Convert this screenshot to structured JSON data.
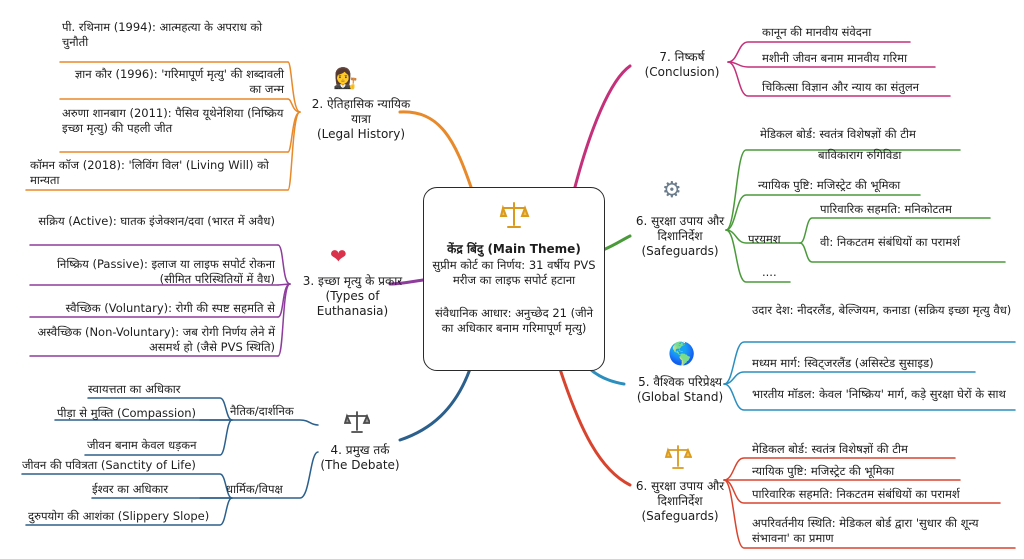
{
  "center": {
    "title": "केंद्र बिंदु (Main Theme)",
    "line1": "सुप्रीम कोर्ट का निर्णय: 31 वर्षीय PVS मरीज का लाइफ सपोर्ट हटाना",
    "line2": "संवैधानिक आधार: अनुच्छेद 21 (जीने का अधिकार बनाम गरिमापूर्ण मृत्यु)",
    "icon": "scales-icon"
  },
  "branches": {
    "legal_history": {
      "title": "2. ऐतिहासिक न्यायिक यात्रा",
      "subtitle": "(Legal History)",
      "icon": "judge-icon",
      "color": "#e8892a",
      "items": [
        "पी. रथिनाम (1994): आत्महत्या के अपराध को चुनौती",
        "ज्ञान कौर (1996): 'गरिमापूर्ण मृत्यु' की शब्दावली का जन्म",
        "अरुणा शानबाग (2011): पैसिव यूथेनेशिया (निष्क्रिय इच्छा मृत्यु) की पहली जीत",
        "कॉमन कॉज (2018): 'लिविंग विल' (Living Will) को मान्यता"
      ]
    },
    "types": {
      "title": "3. इच्छा मृत्यु के प्रकार",
      "subtitle": "(Types of Euthanasia)",
      "icon": "heart-icon",
      "color": "#8e3d9c",
      "items": [
        "सक्रिय (Active): घातक इंजेक्शन/दवा (भारत में अवैध)",
        "निष्क्रिय (Passive): इलाज या लाइफ सपोर्ट रोकना (सीमित परिस्थितियों में वैध)",
        "स्वैच्छिक (Voluntary): रोगी की स्पष्ट सहमति से",
        "अस्वैच्छिक (Non-Voluntary): जब रोगी निर्णय लेने में असमर्थ हो (जैसे PVS स्थिति)"
      ]
    },
    "debate": {
      "title": "4. प्रमुख तर्क",
      "subtitle": "(The Debate)",
      "icon": "balance-icon",
      "color": "#2b5f8c",
      "groups": [
        {
          "label": "नैतिक/दार्शनिक",
          "items": [
            "स्वायत्तता का अधिकार",
            "पीड़ा से मुक्ति (Compassion)",
            "जीवन बनाम केवल धड़कन"
          ]
        },
        {
          "label": "धार्मिक/विपक्ष",
          "items": [
            "जीवन की पवित्रता (Sanctity of Life)",
            "ईश्वर का अधिकार",
            "दुरुपयोग की आशंका (Slippery Slope)"
          ]
        }
      ]
    },
    "safeguards_bottom": {
      "title": "6. सुरक्षा उपाय और दिशानिर्देश",
      "subtitle": "(Safeguards)",
      "icon": "scales-icon",
      "color": "#d9442e",
      "items": [
        "मेडिकल बोर्ड: स्वतंत्र विशेषज्ञों की टीम",
        "न्यायिक पुष्टि: मजिस्ट्रेट की भूमिका",
        "पारिवारिक सहमति: निकटतम संबंधियों का परामर्श",
        "अपरिवर्तनीय स्थिति: मेडिकल बोर्ड द्वारा 'सुधार की शून्य संभावना' का प्रमाण"
      ]
    },
    "global": {
      "title": "5. वैश्विक परिप्रेक्ष्य",
      "subtitle": "(Global Stand)",
      "icon": "globe-icon",
      "color": "#2a8fbf",
      "items": [
        "उदार देश: नीदरलैंड, बेल्जियम, कनाडा (सक्रिय इच्छा मृत्यु वैध)",
        "मध्यम मार्ग: स्विट्जरलैंड (असिस्टेड सुसाइड)",
        "भारतीय मॉडल: केवल 'निष्क्रिय' मार्ग, कड़े सुरक्षा घेरों के साथ"
      ]
    },
    "safeguards_top": {
      "title": "6. सुरक्षा उपाय और दिशानिर्देश",
      "subtitle": "(Safeguards)",
      "icon": "gears-icon",
      "color": "#4a9a3a",
      "items": [
        "मेडिकल बोर्ड: स्वतंत्र विशेषज्ञों की टीम",
        "बाविकाराग रुगिविडा",
        "न्यायिक पुष्टि: मजिस्ट्रेट की भूमिका",
        "परयमश",
        "पारिवारिक सहमति: मनिकोटतम",
        "वी: निकटतम संबंधियों का परामर्श",
        "...."
      ]
    },
    "conclusion": {
      "title": "7. निष्कर्ष",
      "subtitle": "(Conclusion)",
      "color": "#c4307a",
      "items": [
        "कानून की मानवीय संवेदना",
        "मशीनी जीवन बनाम मानवीय गरिमा",
        "चिकित्सा विज्ञान और न्याय का संतुलन"
      ]
    }
  }
}
